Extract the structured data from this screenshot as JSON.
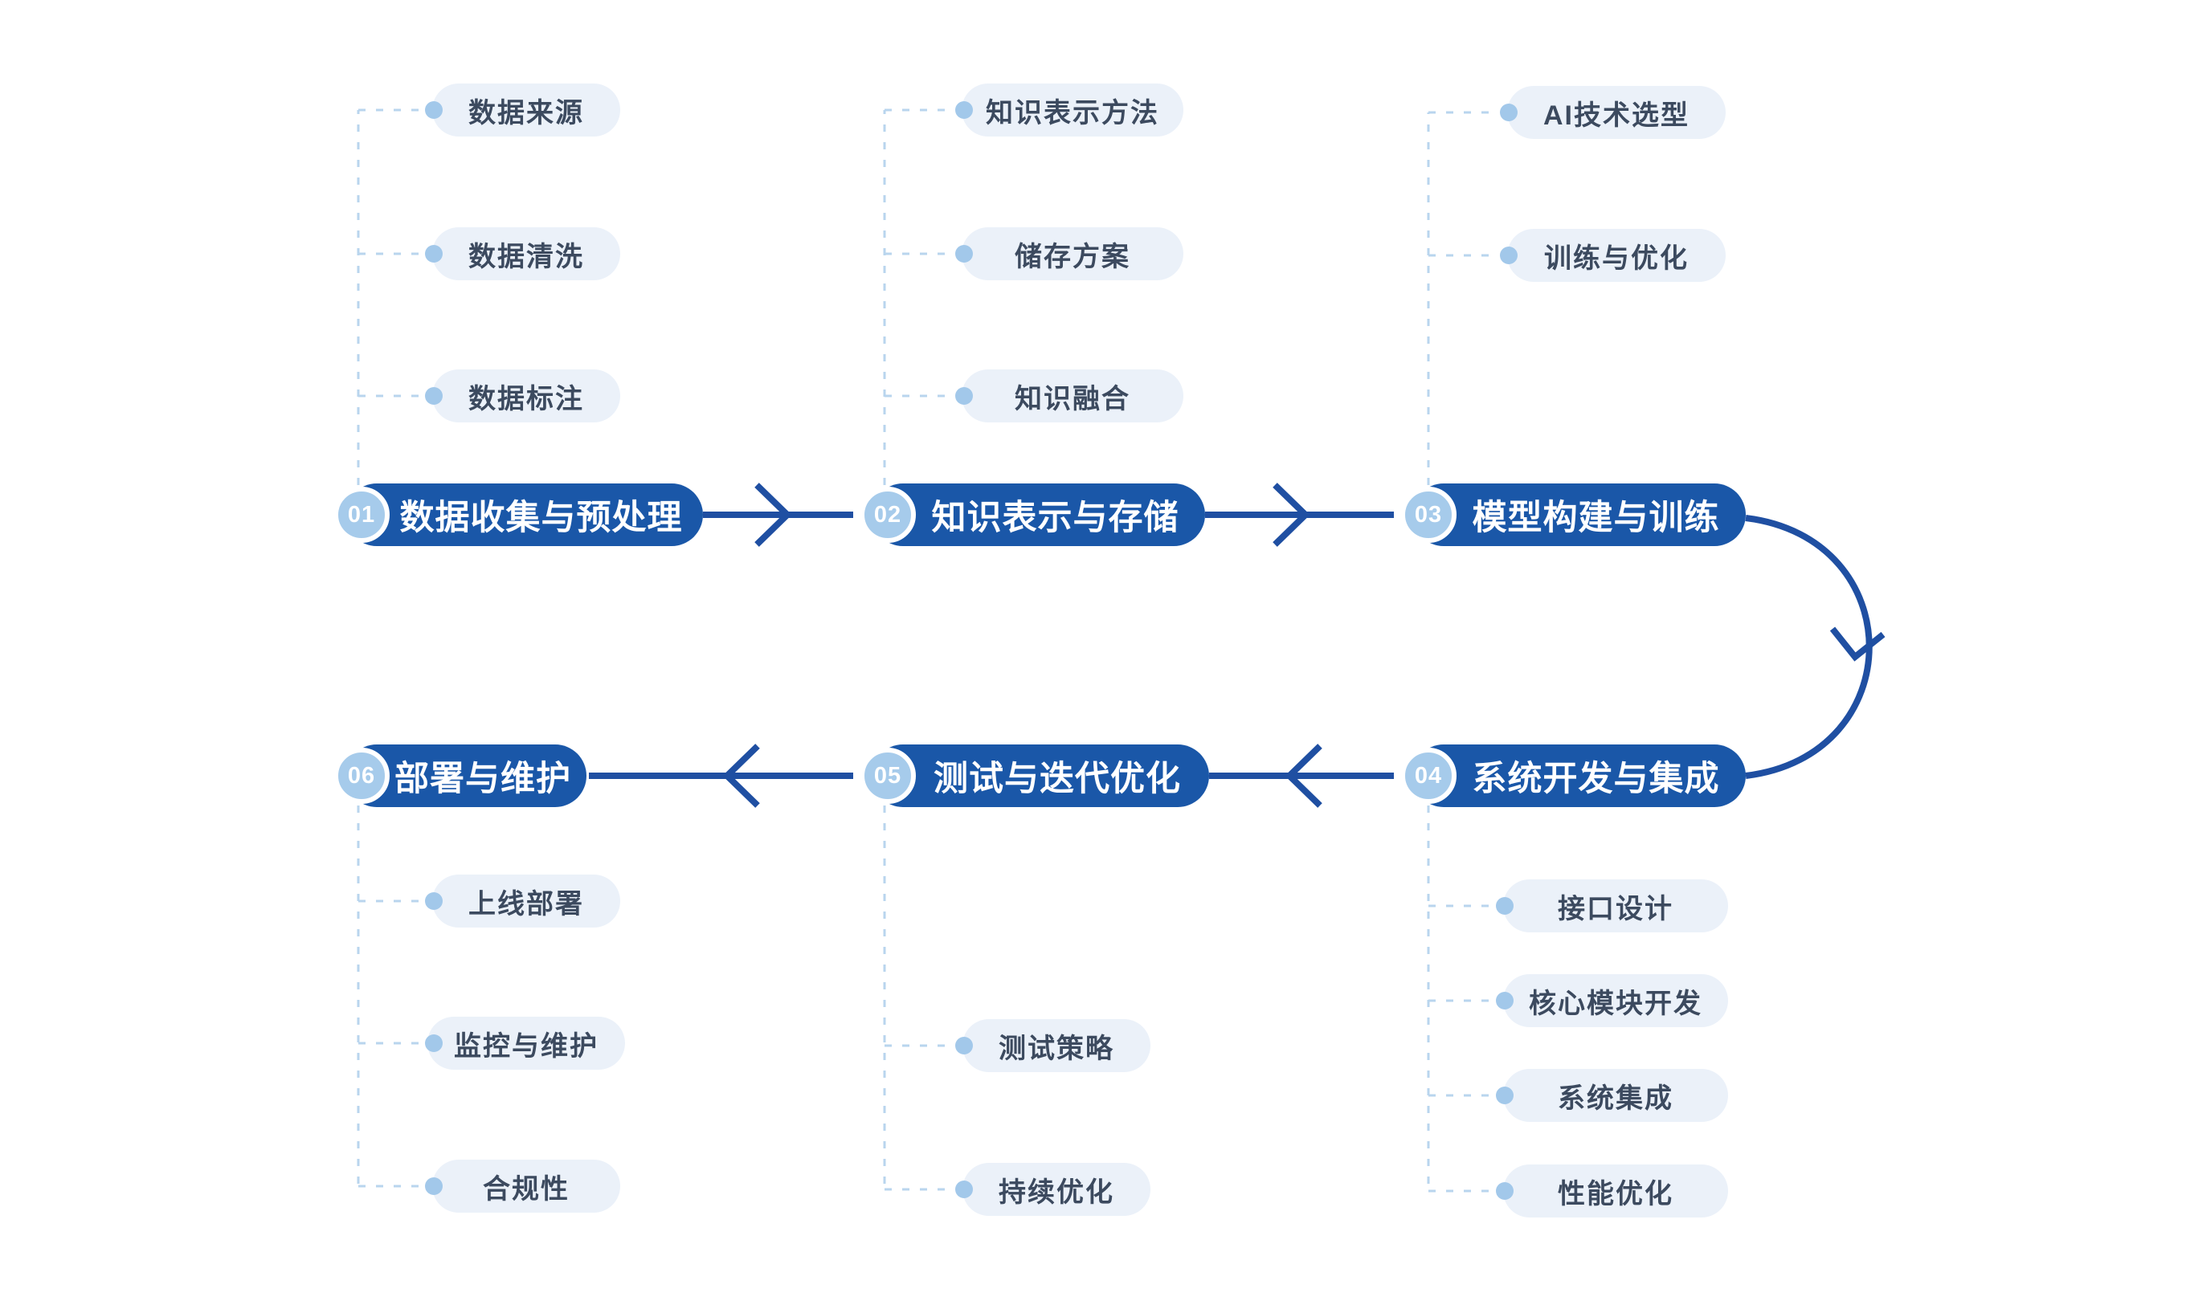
{
  "diagram": {
    "stages": [
      {
        "number": "01",
        "label": "数据收集与预处理",
        "sub_items": [
          "数据来源",
          "数据清洗",
          "数据标注"
        ]
      },
      {
        "number": "02",
        "label": "知识表示与存储",
        "sub_items": [
          "知识表示方法",
          "储存方案",
          "知识融合"
        ]
      },
      {
        "number": "03",
        "label": "模型构建与训练",
        "sub_items": [
          "AI技术选型",
          "训练与优化"
        ]
      },
      {
        "number": "04",
        "label": "系统开发与集成",
        "sub_items": [
          "接口设计",
          "核心模块开发",
          "系统集成",
          "性能优化"
        ]
      },
      {
        "number": "05",
        "label": "测试与迭代优化",
        "sub_items": [
          "测试策略",
          "持续优化"
        ]
      },
      {
        "number": "06",
        "label": "部署与维护",
        "sub_items": [
          "上线部署",
          "监控与维护",
          "合规性"
        ]
      }
    ],
    "colors": {
      "stage_pill_blue": "#1a57a8",
      "arrow_blue": "#1f4fa2",
      "number_circle_blue": "#a6cbeb",
      "number_text": "#ffffff",
      "stage_text": "#ffffff",
      "sub_pill_bg": "#ebf1f9",
      "sub_pill_text": "#3c4a5f",
      "dashed_line": "#b9d5ee",
      "dot_blue": "#a2c8ea",
      "background": "#ffffff"
    }
  }
}
